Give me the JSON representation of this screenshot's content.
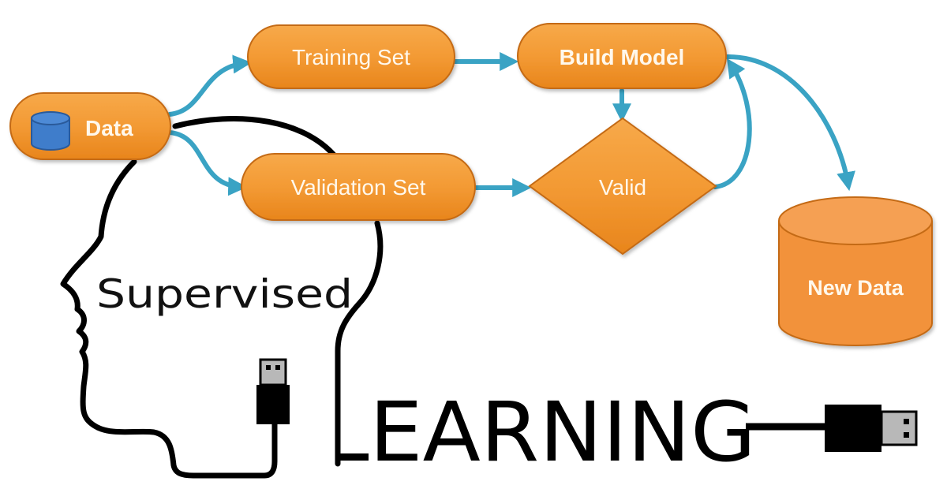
{
  "colors": {
    "node_fill": "#f39a34",
    "node_fill_dark": "#e07a14",
    "node_stroke": "#c46a12",
    "arrow": "#3aa3c4",
    "ink": "#000000",
    "db_blue": "#3f7dcb",
    "usb_metal": "#b8b8b8"
  },
  "flow": {
    "data": {
      "label": "Data",
      "icon": "database-icon"
    },
    "training_set": {
      "label": "Training Set"
    },
    "validation_set": {
      "label": "Validation Set"
    },
    "build_model": {
      "label": "Build Model"
    },
    "valid": {
      "label": "Valid"
    },
    "new_data": {
      "label": "New Data"
    }
  },
  "edges": [
    {
      "from": "Data",
      "to": "Training Set"
    },
    {
      "from": "Data",
      "to": "Validation Set"
    },
    {
      "from": "Training Set",
      "to": "Build Model"
    },
    {
      "from": "Validation Set",
      "to": "Valid"
    },
    {
      "from": "Build Model",
      "to": "Valid"
    },
    {
      "from": "Valid",
      "to": "Build Model"
    },
    {
      "from": "Build Model",
      "to": "New Data"
    }
  ],
  "illustration": {
    "head_word": "Supervised",
    "cable_word": "LEARNING",
    "icons": [
      "head-outline-icon",
      "usb-plug-icon",
      "usb-plug-icon"
    ]
  }
}
